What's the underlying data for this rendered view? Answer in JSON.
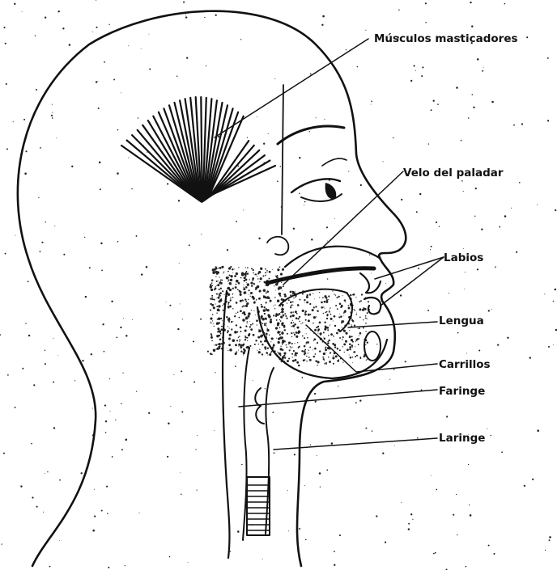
{
  "figure": {
    "labels": {
      "musculos": "Músculos masticadores",
      "velo": "Velo del paladar",
      "labios": "Labios",
      "lengua": "Lengua",
      "carrillos": "Carrillos",
      "faringe": "Faringe",
      "laringe": "Laringe"
    }
  }
}
